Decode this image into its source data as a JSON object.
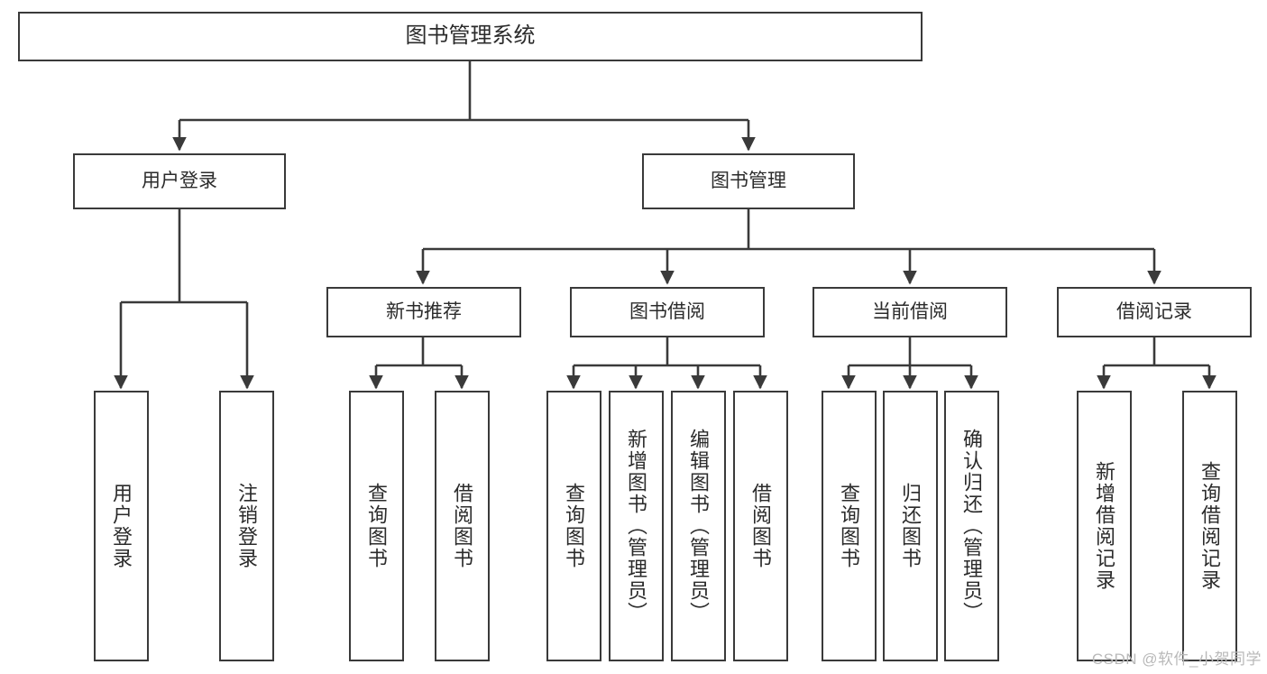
{
  "diagram": {
    "title": "图书管理系统",
    "type": "tree-hierarchy-chart",
    "orientation": "top-down",
    "colors": {
      "box_border": "#3a3a3a",
      "box_fill": "#ffffff",
      "edge": "#3a3a3a",
      "text": "#2b2b2b",
      "watermark": "#b9b9b9",
      "background": "#ffffff"
    }
  },
  "watermark": {
    "text": "CSDN @软件_小贺同学"
  },
  "nodes": {
    "root": {
      "label": "图书管理系统"
    },
    "level1": [
      {
        "label": "用户登录"
      },
      {
        "label": "图书管理"
      }
    ],
    "level2": [
      {
        "label": "新书推荐"
      },
      {
        "label": "图书借阅"
      },
      {
        "label": "当前借阅"
      },
      {
        "label": "借阅记录"
      }
    ],
    "leaves": {
      "user_login": [
        {
          "label": "用户登录"
        },
        {
          "label": "注销登录"
        }
      ],
      "new_book_recommend": [
        {
          "label": "查询图书"
        },
        {
          "label": "借阅图书"
        }
      ],
      "book_borrow": [
        {
          "label": "查询图书"
        },
        {
          "label": "新增图书（管理员）"
        },
        {
          "label": "编辑图书（管理员）"
        },
        {
          "label": "借阅图书"
        }
      ],
      "current_borrow": [
        {
          "label": "查询图书"
        },
        {
          "label": "归还图书"
        },
        {
          "label": "确认归还（管理员）"
        }
      ],
      "borrow_record": [
        {
          "label": "新增借阅记录"
        },
        {
          "label": "查询借阅记录"
        }
      ]
    }
  }
}
